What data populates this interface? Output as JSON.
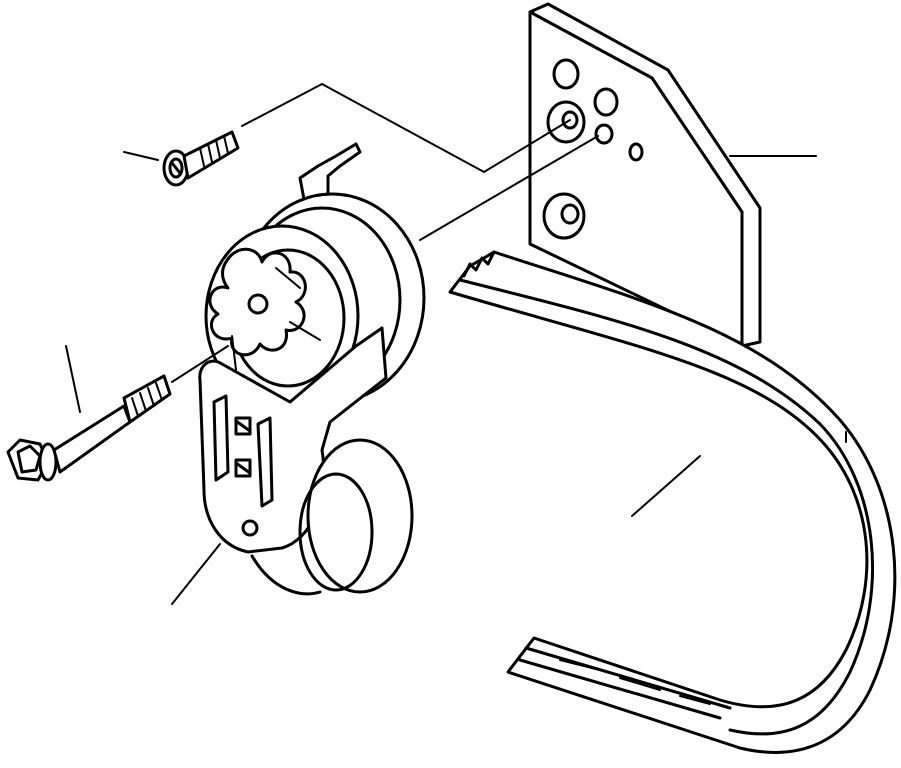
{
  "diagram": {
    "parts": [
      {
        "id": "bracket-plate",
        "icon": "bracket-plate-icon"
      },
      {
        "id": "countersunk-screw",
        "icon": "screw-icon"
      },
      {
        "id": "flange-bolt",
        "icon": "bolt-icon"
      },
      {
        "id": "belt-tensioner",
        "icon": "tensioner-icon"
      },
      {
        "id": "drive-belt",
        "icon": "belt-icon"
      }
    ],
    "colors": {
      "ink": "#000000",
      "paper": "#ffffff"
    }
  }
}
